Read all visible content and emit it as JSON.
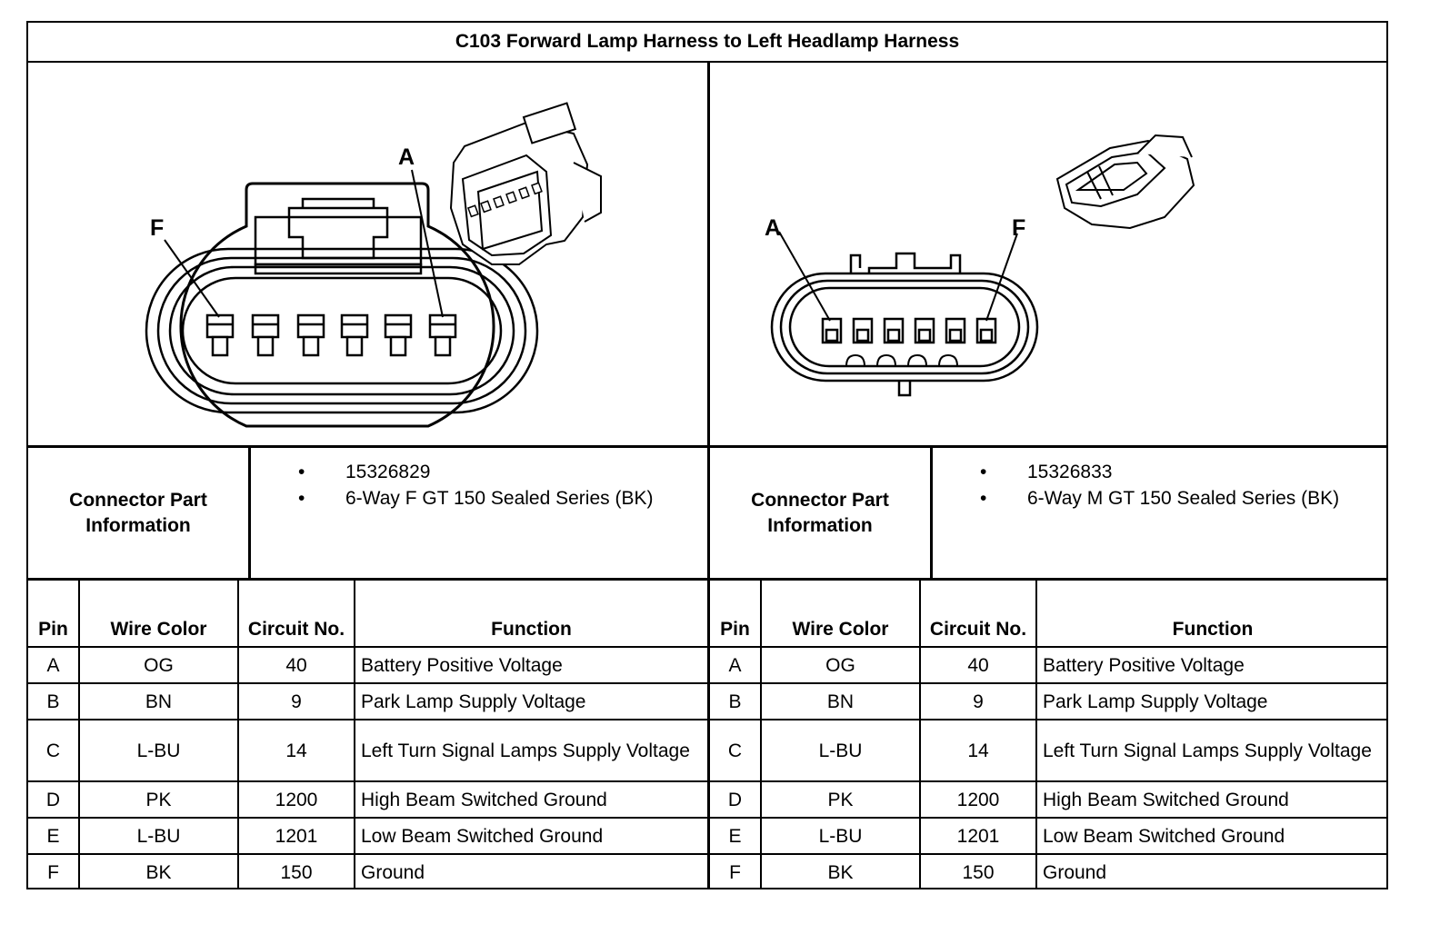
{
  "title": "C103 Forward Lamp Harness to Left Headlamp Harness",
  "connectors": [
    {
      "pin_labels": {
        "first": "F",
        "last": "A"
      },
      "info_label": "Connector Part Information",
      "info_items": [
        "15326829",
        "6-Way F GT 150 Sealed Series (BK)"
      ],
      "headers": {
        "pin": "Pin",
        "wire": "Wire Color",
        "circuit": "Circuit No.",
        "function": "Function"
      },
      "rows": [
        {
          "pin": "A",
          "wire": "OG",
          "circuit": "40",
          "function": "Battery Positive Voltage"
        },
        {
          "pin": "B",
          "wire": "BN",
          "circuit": "9",
          "function": "Park Lamp Supply Voltage"
        },
        {
          "pin": "C",
          "wire": "L-BU",
          "circuit": "14",
          "function": "Left Turn Signal Lamps Supply Voltage"
        },
        {
          "pin": "D",
          "wire": "PK",
          "circuit": "1200",
          "function": "High Beam Switched Ground"
        },
        {
          "pin": "E",
          "wire": "L-BU",
          "circuit": "1201",
          "function": "Low Beam Switched Ground"
        },
        {
          "pin": "F",
          "wire": "BK",
          "circuit": "150",
          "function": "Ground"
        }
      ]
    },
    {
      "pin_labels": {
        "first": "A",
        "last": "F"
      },
      "info_label": "Connector Part Information",
      "info_items": [
        "15326833",
        "6-Way M GT 150 Sealed Series (BK)"
      ],
      "headers": {
        "pin": "Pin",
        "wire": "Wire Color",
        "circuit": "Circuit No.",
        "function": "Function"
      },
      "rows": [
        {
          "pin": "A",
          "wire": "OG",
          "circuit": "40",
          "function": "Battery Positive Voltage"
        },
        {
          "pin": "B",
          "wire": "BN",
          "circuit": "9",
          "function": "Park Lamp Supply Voltage"
        },
        {
          "pin": "C",
          "wire": "L-BU",
          "circuit": "14",
          "function": "Left Turn Signal Lamps Supply Voltage"
        },
        {
          "pin": "D",
          "wire": "PK",
          "circuit": "1200",
          "function": "High Beam Switched Ground"
        },
        {
          "pin": "E",
          "wire": "L-BU",
          "circuit": "1201",
          "function": "Low Beam Switched Ground"
        },
        {
          "pin": "F",
          "wire": "BK",
          "circuit": "150",
          "function": "Ground"
        }
      ]
    }
  ]
}
